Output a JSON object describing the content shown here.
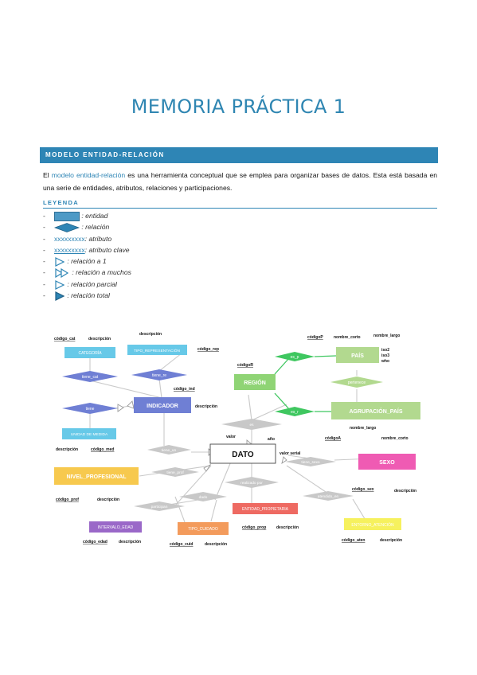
{
  "title": "MEMORIA PRÁCTICA 1",
  "section_band": "MODELO ENTIDAD-RELACIÓN",
  "intro": {
    "p1": "El ",
    "hl": "modelo entidad-relación",
    "p2": " es una herramienta conceptual que se emplea para organizar bases de datos. Esta está basada en una serie de entidades, atributos, relaciones y participaciones."
  },
  "legend_heading": "LEYENDA",
  "legend": {
    "entity": ": entidad",
    "relation": ": relación",
    "attr_sample": "xxxxxxxxx",
    "attr": ": atributo",
    "key_sample": "xxxxxxxxx",
    "key": ": atributo clave",
    "one": ": relación a 1",
    "many": ": relación a muchos",
    "partial": ": relación parcial",
    "total": ": relación total"
  },
  "diagram": {
    "colors": {
      "sky": "#67c9e8",
      "indigo": "#6f7fd4",
      "green": "#8fd475",
      "brightgreen": "#3fc760",
      "lightgreen": "#b2d98f",
      "gold": "#f7c94e",
      "pink": "#ef5bb3",
      "purple": "#9a68c8",
      "orange": "#f39b5c",
      "red": "#ee6a62",
      "yellow": "#f6f15e",
      "grey": "#c8c8c8"
    },
    "entities": {
      "categoria": "CATEGORÍA",
      "tipo_rep": "TIPO_REPRESENTACIÓN",
      "indicador": "INDICADOR",
      "unidad": "UNIDAD DE MEDIDA",
      "region": "REGIÓN",
      "pais": "PAÍS",
      "agrupacion": "AGRUPACIÓN_PAÍS",
      "dato": "DATO",
      "nivel": "NIVEL_PROFESIONAL",
      "sexo": "SEXO",
      "entidad_prop": "ENTIDAD_PROPIETARIA",
      "intervalo": "INTERVALO_EDAD",
      "tipo_cuidado": "TIPO_CUIDADO",
      "entorno": "ENTORNO_ATENCIÓN"
    },
    "relations": {
      "tiene_cat": "tiene_cat",
      "tiene_re": "tiene_re",
      "tiene": "tiene",
      "es_p": "es_p",
      "pertenece": "pertenece",
      "es_r": "es_r",
      "es": "es",
      "tiene_un": "tiene_un",
      "tiene_prof": "tiene_prof",
      "tiene_sexo": "tiene_sexo",
      "participan": "participan",
      "dado": "dado",
      "realizado_por": "realizado por",
      "atendido_en": "atendido_en"
    },
    "attributes": {
      "codigo_cat": "código_cat",
      "descripcion_cat": "descripción",
      "descripcion_rep": "descripción",
      "codigo_rep": "código_rep",
      "codigo_ind": "código_ind",
      "descripcion_ind": "descripción",
      "descripcion_med": "descripción",
      "codigo_med": "código_med",
      "codigoP": "códigoP",
      "nombre_corto_p": "nombre_corto",
      "nombre_largo_p": "nombre_largo",
      "iso2": "iso2",
      "iso3": "iso3",
      "who": "who",
      "codigoR": "códigoR",
      "valor": "valor",
      "anio": "año",
      "valor_serial": "valor serial",
      "codigoA": "códigoA",
      "nombre_largo_a": "nombre_largo",
      "nombre_corto_a": "nombre_corto",
      "codigo_prof": "código_prof",
      "descripcion_prof": "descripción",
      "codigo_sex": "código_sex",
      "descripcion_sex": "descripción",
      "codigo_prop": "código_prop",
      "descripcion_prop": "descripción",
      "codigo_edad": "código_edad",
      "descripcion_edad": "descripción",
      "codigo_cuid": "código_cuid",
      "descripcion_cuid": "descripción",
      "codigo_aten": "código_aten",
      "descripcion_aten": "descripción"
    }
  }
}
